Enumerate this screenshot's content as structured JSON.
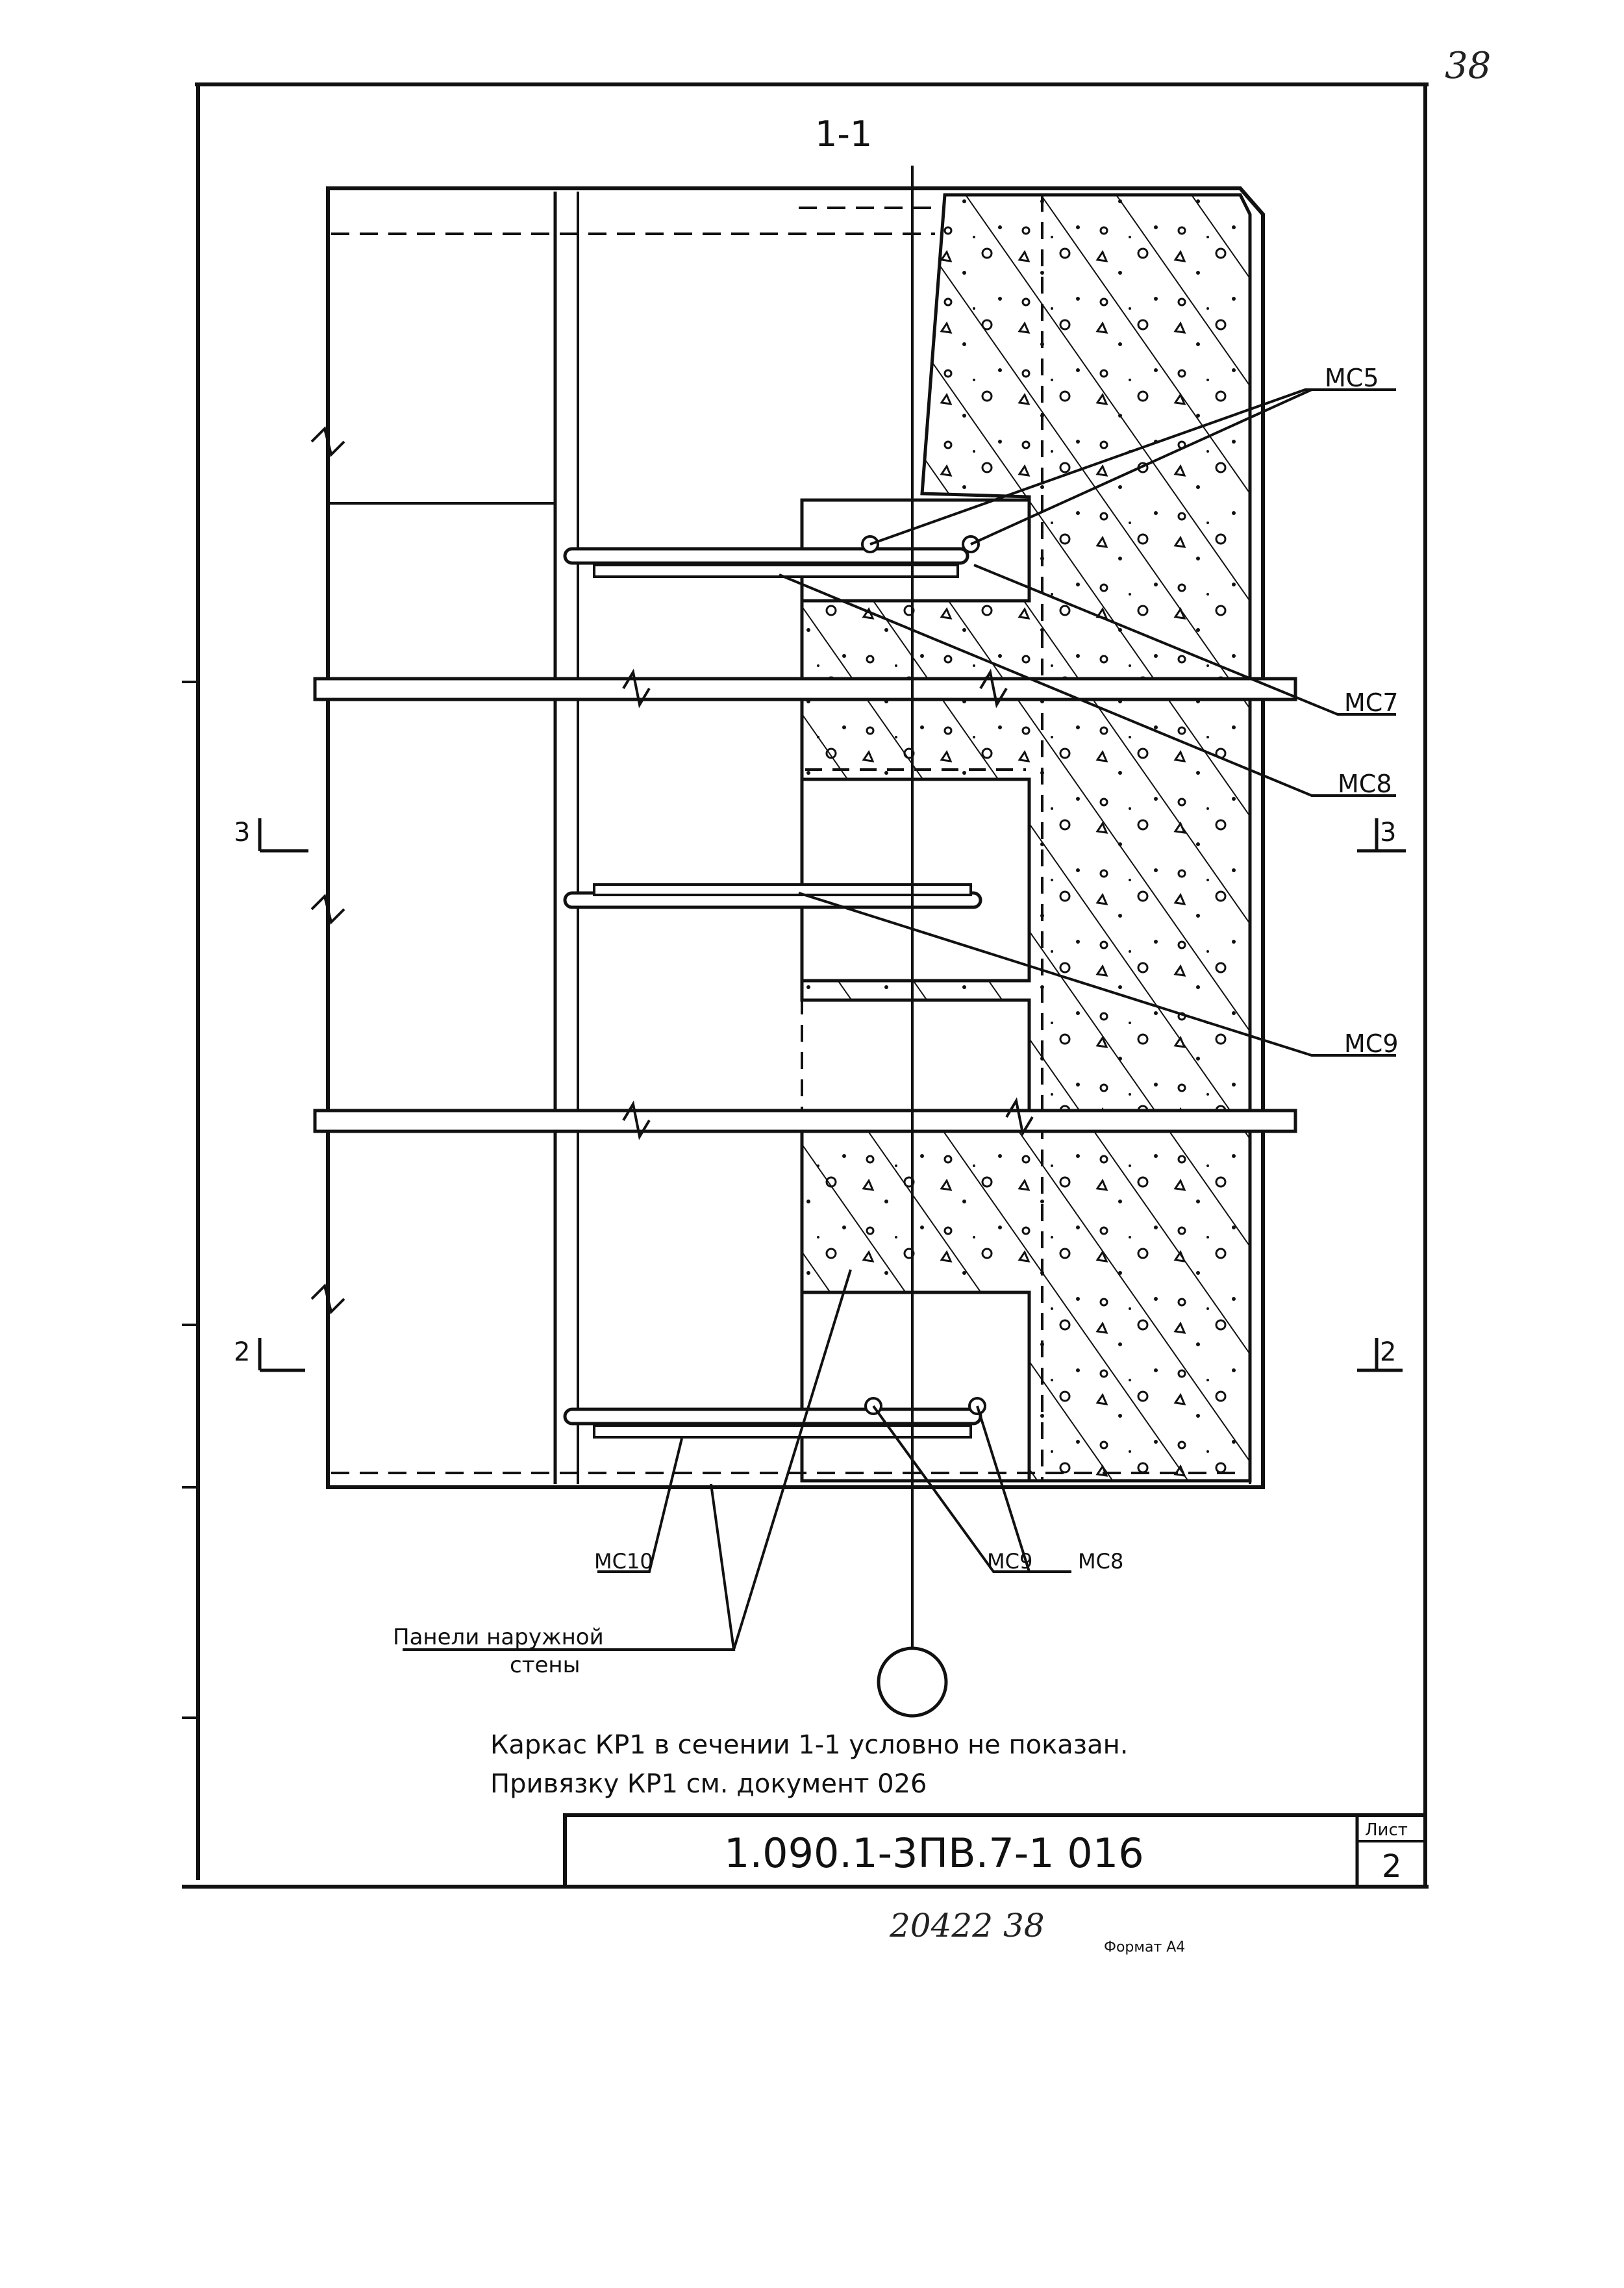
{
  "page_number": "38",
  "section_title": "1-1",
  "markers": [
    "МС5",
    "МС7",
    "МС8",
    "МС9",
    "МС10",
    "МС9",
    "МС8"
  ],
  "section_marks": {
    "left_3": "3",
    "right_3": "3",
    "left_2": "2",
    "right_2": "2"
  },
  "panels_label_line1": "Панели наружной",
  "panels_label_line2": "стены",
  "notes": {
    "line1": "Каркас КР1 в сечении 1-1 условно не показан.",
    "line2": "Привязку КР1 см. документ 026"
  },
  "title_block": {
    "code": "1.090.1-3ПВ.7-1 016",
    "sheet_label": "Лист",
    "sheet_number": "2"
  },
  "footer": {
    "archive": "20422  38",
    "format": "Формат А4"
  }
}
